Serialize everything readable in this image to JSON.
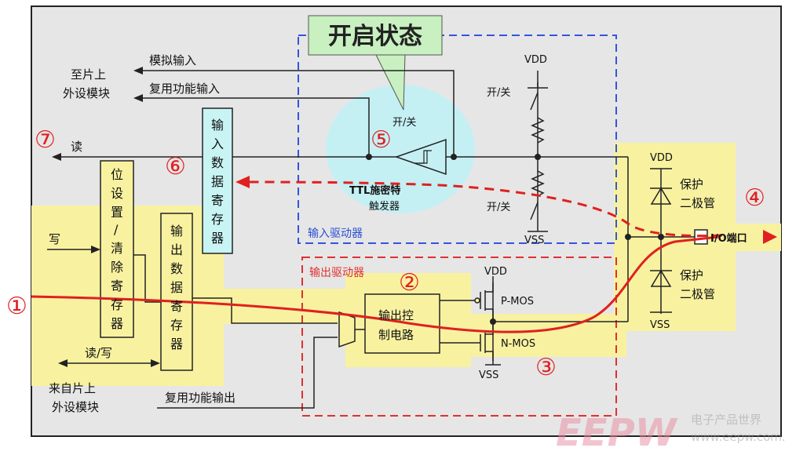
{
  "title": "开启状态",
  "labels": {
    "to_peripheral": [
      "至片上",
      "外设模块"
    ],
    "from_peripheral": [
      "来自片上",
      "外设模块"
    ],
    "analog_in": "模拟输入",
    "alt_func_in": "复用功能输入",
    "alt_func_out": "复用功能输出",
    "read": "读",
    "write": "写",
    "read_write": "读/写",
    "on_off": "开/关",
    "ttl_schmitt": [
      "TTL施密特",
      "触发器"
    ],
    "input_driver": "输入驱动器",
    "output_driver": "输出驱动器",
    "output_control": [
      "输出控",
      "制电路"
    ],
    "pmos": "P-MOS",
    "nmos": "N-MOS",
    "protect_diode": [
      "保护",
      "二极管"
    ],
    "io_pin": "I/O端口",
    "input_data_reg": [
      "输",
      "入",
      "数",
      "据",
      "寄",
      "存",
      "器"
    ],
    "bit_set_clear_reg": [
      "位",
      "设",
      "置",
      "/",
      "清",
      "除",
      "寄",
      "存",
      "器"
    ],
    "output_data_reg": [
      "输",
      "出",
      "数",
      "据",
      "寄",
      "存",
      "器"
    ],
    "vdd": "VDD",
    "vss": "VSS"
  },
  "numbers": [
    "①",
    "②",
    "③",
    "④",
    "⑤",
    "⑥",
    "⑦"
  ],
  "watermark": {
    "brand": "EEPW",
    "cn": "电子产品世界",
    "url": "www.eepw.com.cn"
  },
  "colors": {
    "background": "#e6e6e6",
    "highlight": "#f8f2a0",
    "cyan_box": "#ccf2f2",
    "callout": "#c8f0c0",
    "blue_dash": "#3355dd",
    "red": "#e02020"
  }
}
